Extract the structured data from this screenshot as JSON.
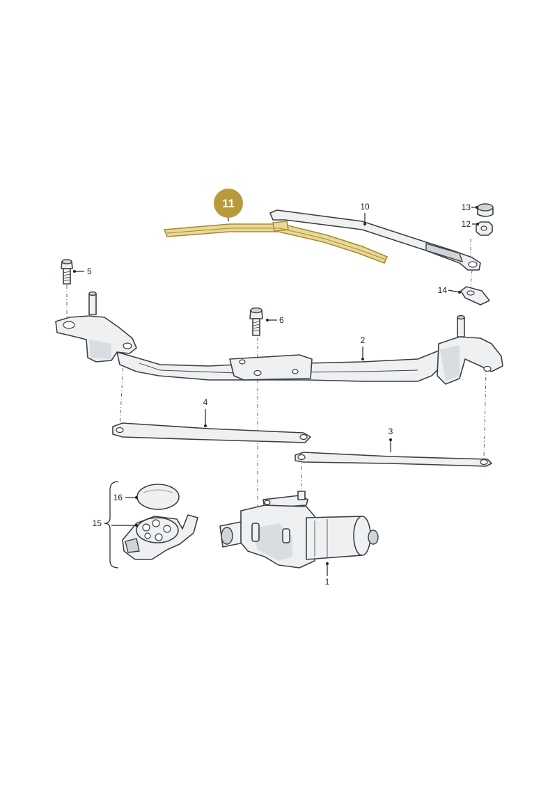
{
  "diagram": {
    "highlighted_part": "11",
    "highlight_color": "#b8993c",
    "parts": [
      {
        "id": "p1",
        "label": "1"
      },
      {
        "id": "p2",
        "label": "2"
      },
      {
        "id": "p3",
        "label": "3"
      },
      {
        "id": "p4",
        "label": "4"
      },
      {
        "id": "p5",
        "label": "5"
      },
      {
        "id": "p6",
        "label": "6"
      },
      {
        "id": "p10",
        "label": "10"
      },
      {
        "id": "p11",
        "label": "11"
      },
      {
        "id": "p12",
        "label": "12"
      },
      {
        "id": "p13",
        "label": "13"
      },
      {
        "id": "p14",
        "label": "14"
      },
      {
        "id": "p15",
        "label": "15"
      },
      {
        "id": "p16",
        "label": "16"
      }
    ]
  }
}
